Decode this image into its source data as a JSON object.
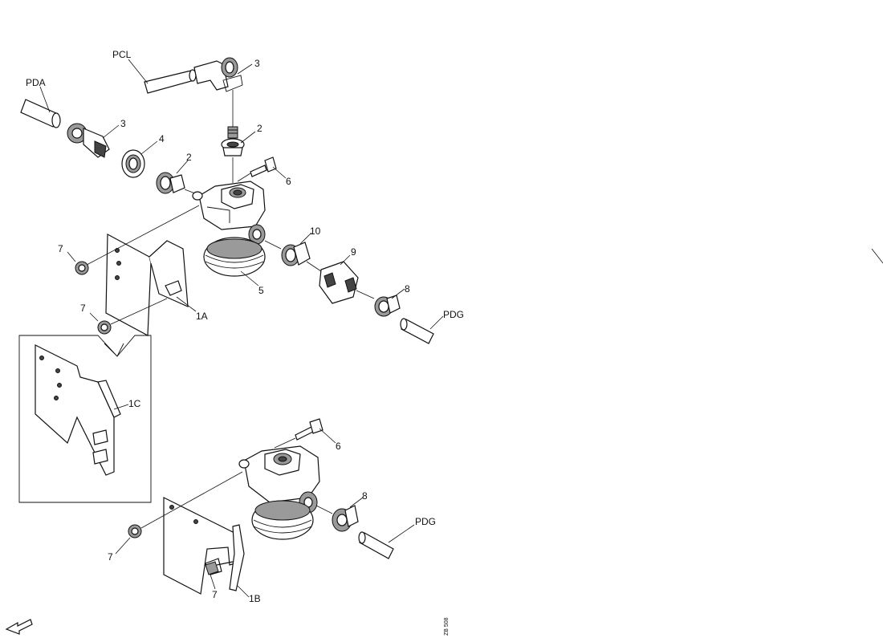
{
  "diagram": {
    "pipe_labels": {
      "pda": "PDA",
      "pcl": "PCL",
      "pdg_top": "PDG",
      "pdg_bottom": "PDG"
    },
    "callouts": {
      "c3_top": "3",
      "c3_left": "3",
      "c4": "4",
      "c2_left": "2",
      "c2_top": "2",
      "c6_top": "6",
      "c6_bottom": "6",
      "c10": "10",
      "c9": "9",
      "c8_top": "8",
      "c8_bottom": "8",
      "c5": "5",
      "c7_a": "7",
      "c7_b": "7",
      "c7_c": "7",
      "c7_d": "7",
      "c1a": "1A",
      "c1b": "1B",
      "c1c": "1C"
    },
    "reference_code": "ZB 508"
  }
}
